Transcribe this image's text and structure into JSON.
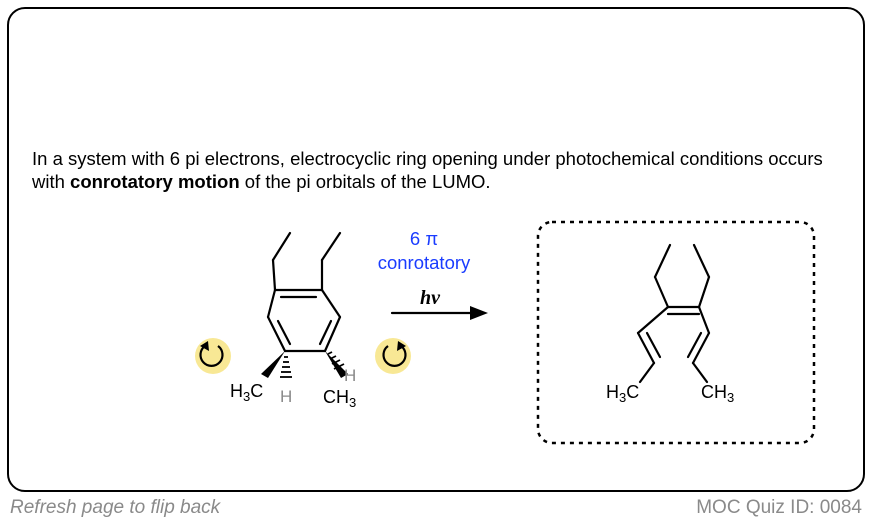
{
  "statement": {
    "part1": "In a system with 6 pi electrons,  electrocyclic ring opening under photochemical conditions occurs with ",
    "bold": "conrotatory motion",
    "part2": " of the pi orbitals of the LUMO."
  },
  "reaction": {
    "line1": "6 π",
    "line2": "conrotatory",
    "condition": "hν"
  },
  "labels": {
    "reactant_left_methyl": "H3C",
    "reactant_right_methyl": "CH3",
    "reactant_h_left": "H",
    "reactant_h_right": "H",
    "product_left_methyl": "H3C",
    "product_right_methyl": "CH3"
  },
  "footer": {
    "left": "Refresh page to flip back",
    "right": "MOC Quiz ID: 0084"
  },
  "colors": {
    "rotation_glow": "#f7e58a",
    "reaction_text": "#1a3cff",
    "footer_text": "#8a8a8a",
    "hydrogen_gray": "#8a8a8a"
  }
}
